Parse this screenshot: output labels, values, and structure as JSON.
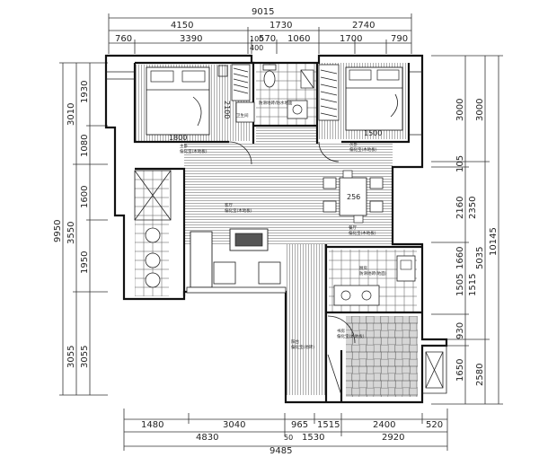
{
  "top_dims": {
    "overall": "9015",
    "row2": [
      "4150",
      "1730",
      "2740"
    ],
    "row3": [
      "760",
      "3390",
      "100",
      "570",
      "1060",
      "1700",
      "790"
    ],
    "row3_extra": "400"
  },
  "bottom_dims": {
    "row1": [
      "1480",
      "3040",
      "965",
      "1515",
      "2400",
      "520"
    ],
    "row2": [
      "4830",
      "50",
      "1530",
      "2920"
    ],
    "overall": "9485"
  },
  "left_dims": {
    "overall": "9950",
    "outer": [
      "3010",
      "3550",
      "3055"
    ],
    "inner": [
      "1930",
      "1080",
      "1600",
      "1950",
      "3055"
    ]
  },
  "right_dims": {
    "overall": "10145",
    "outer": [
      "3000",
      "5035",
      "2580"
    ],
    "inner": [
      "3000",
      "105",
      "2160",
      "2350",
      "1660",
      "1505",
      "1515",
      "930",
      "1650"
    ]
  },
  "room_labels": {
    "bedroom1": [
      "主卧",
      "偏化宝(木地板)"
    ],
    "bedroom2": [
      "次卧",
      "偏化宝(木地板)"
    ],
    "bath": "卫生间",
    "bath_floor": "防滑地砖/防水地面",
    "living": [
      "客厅",
      "偏化宝(木地板)"
    ],
    "dining": [
      "餐厅",
      "偏化宝(木地板)"
    ],
    "kitchen": [
      "厨房",
      "防滑地砖(地面)"
    ],
    "study": [
      "书房",
      "偏化宝(木地板)"
    ],
    "balcony": [
      "阳台",
      "偏化宝(地砖)"
    ]
  },
  "furniture_dims": {
    "bed1_width": "1800",
    "bed1_length": "2100",
    "bed2_width": "1500",
    "table_size": "256"
  }
}
